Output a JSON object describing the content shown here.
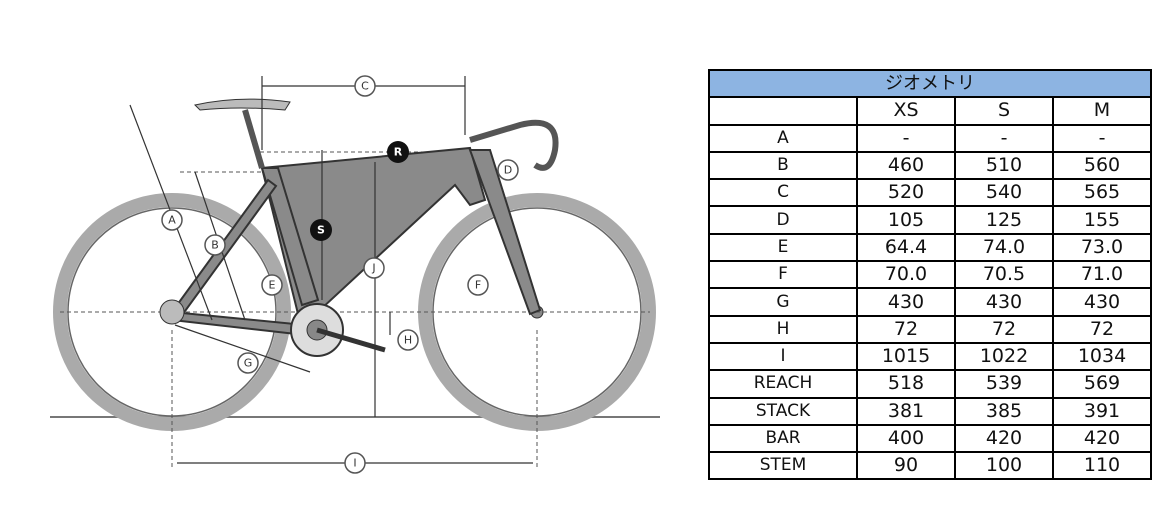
{
  "diagram": {
    "labels": {
      "A": "A",
      "B": "B",
      "C": "C",
      "D": "D",
      "E": "E",
      "F": "F",
      "G": "G",
      "H": "H",
      "I": "I",
      "J": "J",
      "R": "R",
      "S": "S"
    }
  },
  "table": {
    "title": "ジオメトリ",
    "sizes": [
      "XS",
      "S",
      "M"
    ],
    "rows": [
      {
        "label": "A",
        "values": [
          "-",
          "-",
          "-"
        ]
      },
      {
        "label": "B",
        "values": [
          "460",
          "510",
          "560"
        ]
      },
      {
        "label": "C",
        "values": [
          "520",
          "540",
          "565"
        ]
      },
      {
        "label": "D",
        "values": [
          "105",
          "125",
          "155"
        ]
      },
      {
        "label": "E",
        "values": [
          "64.4",
          "74.0",
          "73.0"
        ]
      },
      {
        "label": "F",
        "values": [
          "70.0",
          "70.5",
          "71.0"
        ]
      },
      {
        "label": "G",
        "values": [
          "430",
          "430",
          "430"
        ]
      },
      {
        "label": "H",
        "values": [
          "72",
          "72",
          "72"
        ]
      },
      {
        "label": "I",
        "values": [
          "1015",
          "1022",
          "1034"
        ]
      },
      {
        "label": "REACH",
        "values": [
          "518",
          "539",
          "569"
        ]
      },
      {
        "label": "STACK",
        "values": [
          "381",
          "385",
          "391"
        ]
      },
      {
        "label": "BAR",
        "values": [
          "400",
          "420",
          "420"
        ]
      },
      {
        "label": "STEM",
        "values": [
          "90",
          "100",
          "110"
        ]
      }
    ]
  }
}
